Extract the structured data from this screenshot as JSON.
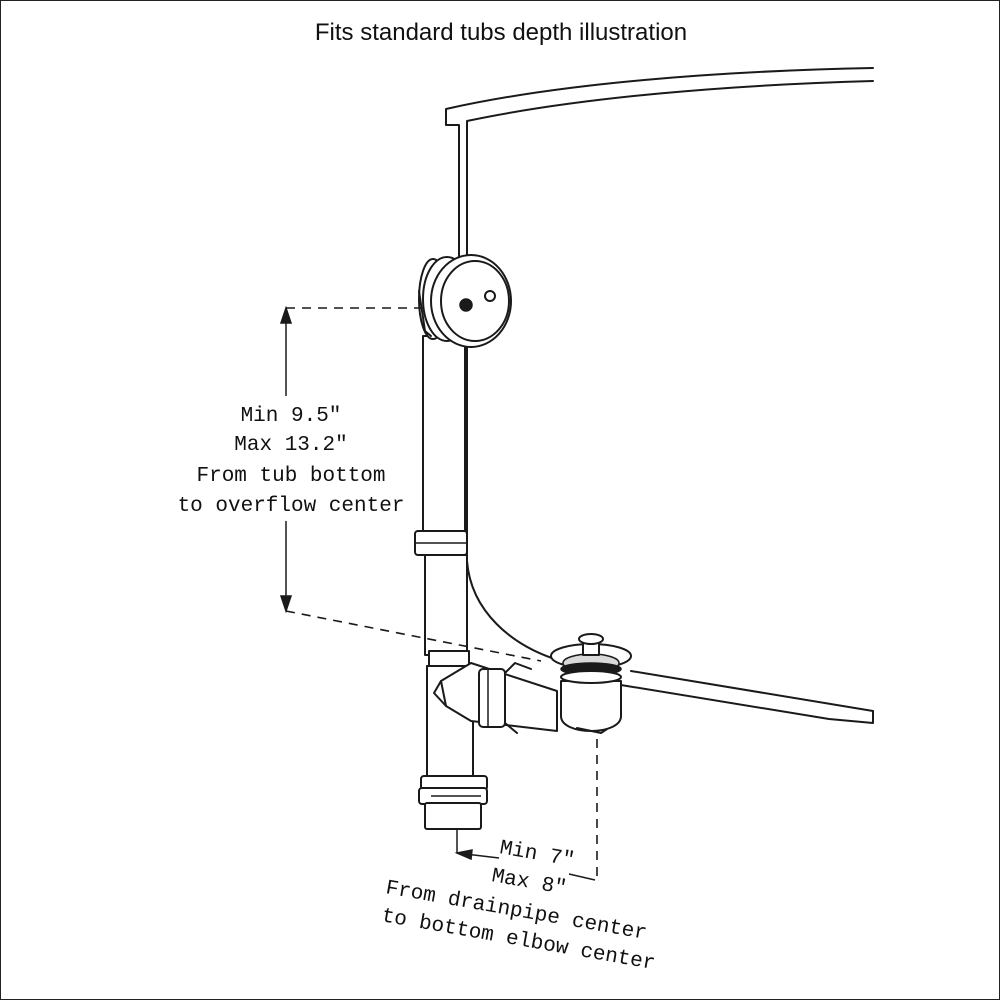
{
  "title": "Fits standard tubs depth illustration",
  "overflow_dimension": {
    "lines": [
      "Min 9.5″",
      "Max 13.2″",
      "From tub bottom",
      "to overflow center"
    ]
  },
  "drain_dimension": {
    "min": "Min 7″",
    "max": "Max 8″",
    "desc_line1": "From drainpipe  center",
    "desc_line2": "to bottom elbow center"
  }
}
